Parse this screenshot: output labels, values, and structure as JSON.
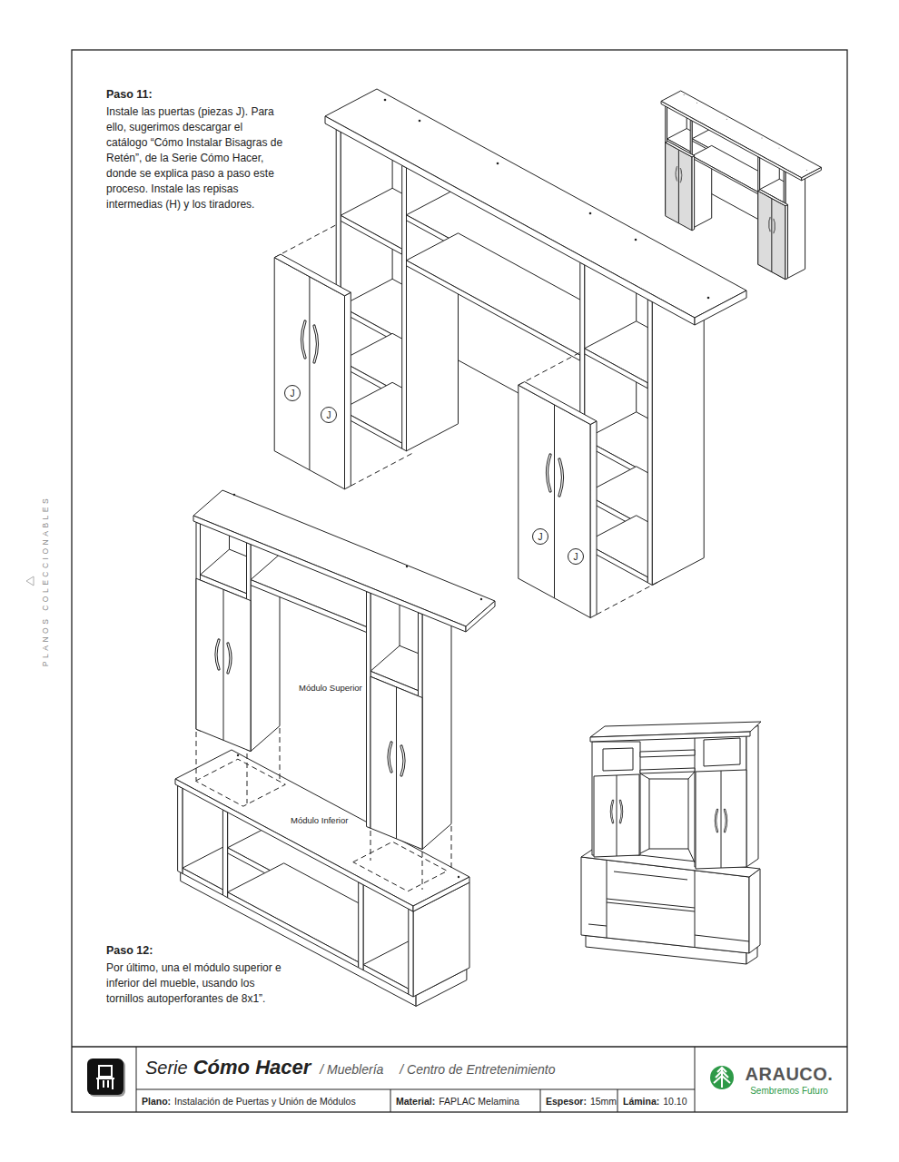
{
  "diagram": {
    "nodes": [
      {
        "text": [
          "J"
        ]
      },
      {
        "text": [
          "J"
        ]
      },
      {
        "text": [
          "J"
        ]
      },
      {
        "text": [
          "J"
        ]
      },
      {
        "text": [
          "Serie",
          "Cómo Hacer",
          "/ Mueblería",
          "/ Centro de Entretenimiento"
        ]
      },
      {
        "text": [
          "Plano:",
          "Instalación de Puertas y Unión de Módulos"
        ]
      },
      {
        "text": [
          "Material:",
          "FAPLAC Melamina"
        ]
      },
      {
        "text": [
          "Espesor:",
          "15mm"
        ]
      },
      {
        "text": [
          "Lámina:",
          "10.10"
        ]
      },
      {
        "text": [
          "ARAUCO.",
          "Sembremos Futuro"
        ]
      }
    ],
    "labels": [
      "Paso 11:",
      "Instale las puertas (piezas J). Para ello, sugerimos descargar el catálogo “Cómo Instalar Bisagras de Retén”, de la Serie Cómo Hacer, donde se explica paso a paso este proceso. Instale las repisas intermedias (H) y los tiradores.",
      "Paso 12:",
      "Por último, una el módulo superior e inferior del mueble, usando los tornillos autoperforantes de 8x1”.",
      "Módulo Superior",
      "Módulo Inferior",
      "PLANOS COLECCIONABLES"
    ]
  }
}
